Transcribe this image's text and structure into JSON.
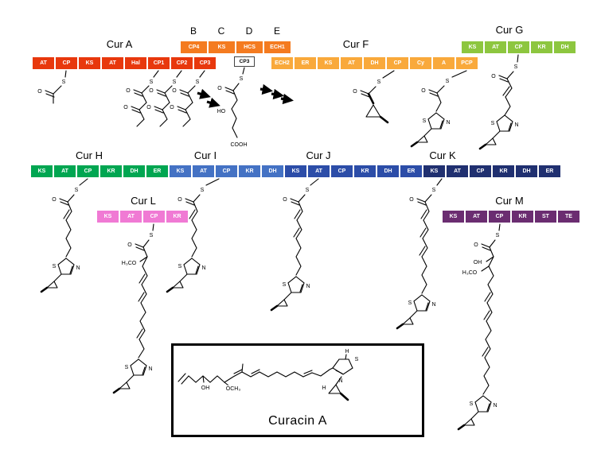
{
  "labels": {
    "curA": "Cur A",
    "curF": "Cur F",
    "curG": "Cur G",
    "curH": "Cur H",
    "curI": "Cur I",
    "curJ": "Cur J",
    "curK": "Cur K",
    "curL": "Cur L",
    "curM": "Cur M",
    "b": "B",
    "c": "C",
    "d": "D",
    "e": "E",
    "cp3tag": "CP3",
    "curacin": "Curacin A"
  },
  "domains": {
    "curA": [
      "AT",
      "CP",
      "KS",
      "AT",
      "Hal",
      "CP1",
      "CP2",
      "CP3"
    ],
    "bcde": [
      "CP4",
      "KS",
      "HCS",
      "ECH1"
    ],
    "curF": [
      "ECH2",
      "ER",
      "KS",
      "AT",
      "DH",
      "CP",
      "Cy",
      "A",
      "PCP"
    ],
    "curG": [
      "KS",
      "AT",
      "CP",
      "KR",
      "DH"
    ],
    "curH": [
      "KS",
      "AT",
      "CP",
      "KR",
      "DH",
      "ER"
    ],
    "curI": [
      "KS",
      "AT",
      "CP",
      "KR",
      "DH"
    ],
    "curJ": [
      "KS",
      "AT",
      "CP",
      "KR",
      "DH",
      "ER"
    ],
    "curK": [
      "KS",
      "AT",
      "CP",
      "KR",
      "DH",
      "ER"
    ],
    "curL": [
      "KS",
      "AT",
      "CP",
      "KR"
    ],
    "curM": [
      "KS",
      "AT",
      "CP",
      "KR",
      "ST",
      "TE"
    ]
  },
  "atoms": {
    "S": "S",
    "O": "O",
    "N": "N",
    "HO": "HO",
    "OH": "OH",
    "COOH": "COOH",
    "H3CO": "H₃CO",
    "OCH3": "OCH₃",
    "H": "H"
  },
  "colors": {
    "curA": "#e8380d",
    "bcde": "#f47b20",
    "curF": "#f9a93b",
    "curG": "#8dc63f",
    "curH": "#00a651",
    "curI": "#4472c4",
    "curJ": "#2c4da8",
    "curK": "#203070",
    "curL": "#f07ad4",
    "curM": "#6b2d71"
  }
}
